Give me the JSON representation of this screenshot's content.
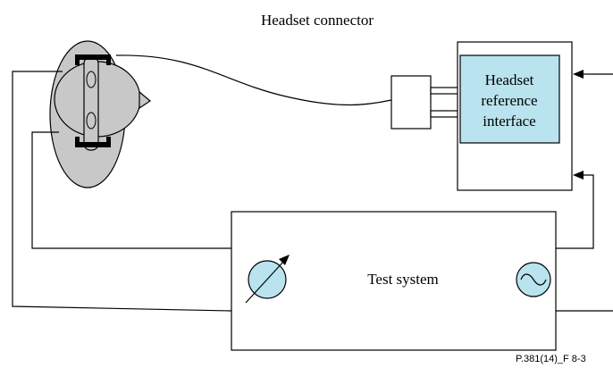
{
  "labels": {
    "headset_connector": "Headset connector",
    "reference_interface_line1": "Headset",
    "reference_interface_line2": "reference",
    "reference_interface_line3": "interface",
    "test_system": "Test system",
    "figure_id": "P.381(14)_F 8-3"
  },
  "colors": {
    "stroke": "#000000",
    "head_fill": "#c8c8c8",
    "interface_fill": "#b9e3ee",
    "background": "#ffffff"
  },
  "icons": {
    "meter": "adjustable-meter-icon",
    "source": "signal-source-icon"
  }
}
